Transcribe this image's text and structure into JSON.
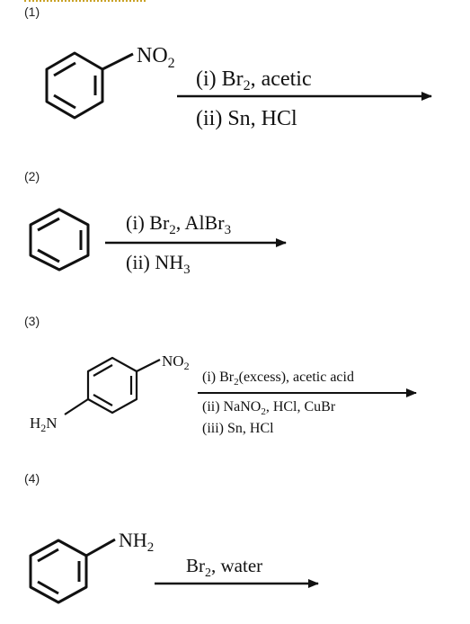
{
  "reactions": [
    {
      "label": "(1)",
      "substituent": "NO",
      "substituent_sub": "2",
      "reagent_1_pre": "(i) Br",
      "reagent_1_sub": "2",
      "reagent_1_post": ", acetic",
      "reagent_2": "(ii) Sn, HCl"
    },
    {
      "label": "(2)",
      "reagent_1_pre": "(i) Br",
      "reagent_1_sub": "2",
      "reagent_1_post": ", AlBr",
      "reagent_1_sub2": "3",
      "reagent_2_pre": "(ii) NH",
      "reagent_2_sub": "3"
    },
    {
      "label": "(3)",
      "substituent_top": "NO",
      "substituent_top_sub": "2",
      "substituent_left_pre": "H",
      "substituent_left_sub": "2",
      "substituent_left_post": "N",
      "reagent_1_pre": "(i) Br",
      "reagent_1_sub": "2",
      "reagent_1_post": "(excess), acetic acid",
      "reagent_2_pre": "(ii) NaNO",
      "reagent_2_sub": "2",
      "reagent_2_post": ", HCl, CuBr",
      "reagent_3": "(iii) Sn, HCl"
    },
    {
      "label": "(4)",
      "substituent": "NH",
      "substituent_sub": "2",
      "reagent_1_pre": "Br",
      "reagent_1_sub": "2",
      "reagent_1_post": ", water"
    }
  ]
}
